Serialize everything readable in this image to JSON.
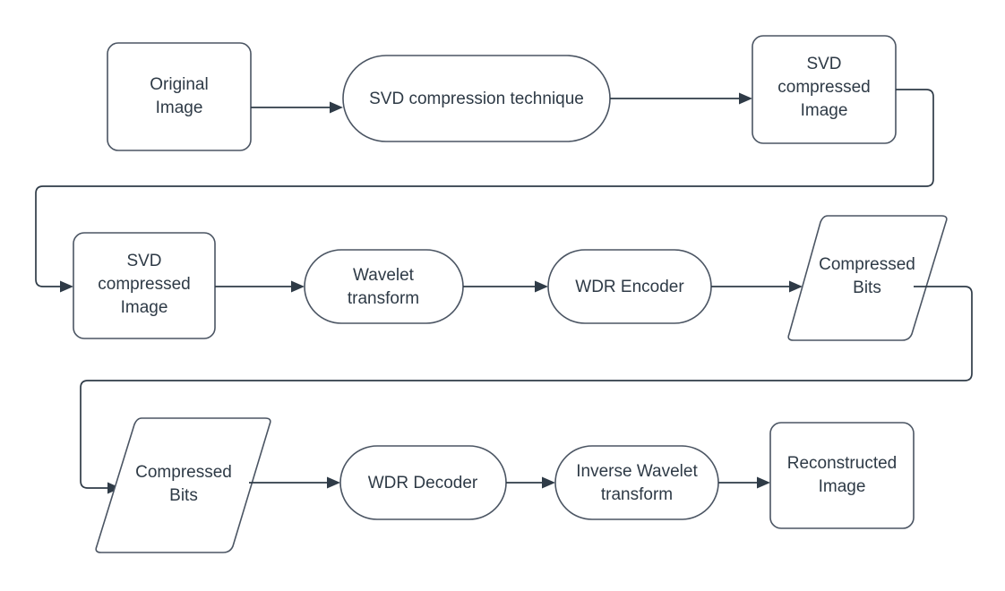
{
  "diagram": {
    "title": "SVD and WDR image compression pipeline flowchart",
    "type": "flowchart",
    "background_color": "#ffffff",
    "stroke_color": "#4b5563",
    "connector_color": "#2f3b47",
    "text_color": "#2e3a46",
    "rows": [
      {
        "row_index": 1,
        "nodes": [
          {
            "id": "original-image",
            "shape": "rounded-rectangle",
            "lines": [
              "Original",
              "Image"
            ]
          },
          {
            "id": "svd-compression-technique",
            "shape": "stadium",
            "lines": [
              "SVD compression technique"
            ]
          },
          {
            "id": "svd-compressed-image-1",
            "shape": "rounded-rectangle",
            "lines": [
              "SVD",
              "compressed",
              "Image"
            ]
          }
        ]
      },
      {
        "row_index": 2,
        "nodes": [
          {
            "id": "svd-compressed-image-2",
            "shape": "rounded-rectangle",
            "lines": [
              "SVD",
              "compressed",
              "Image"
            ]
          },
          {
            "id": "wavelet-transform",
            "shape": "stadium",
            "lines": [
              "Wavelet",
              "transform"
            ]
          },
          {
            "id": "wdr-encoder",
            "shape": "stadium",
            "lines": [
              "WDR Encoder"
            ]
          },
          {
            "id": "compressed-bits-1",
            "shape": "parallelogram",
            "lines": [
              "Compressed",
              "Bits"
            ]
          }
        ]
      },
      {
        "row_index": 3,
        "nodes": [
          {
            "id": "compressed-bits-2",
            "shape": "parallelogram",
            "lines": [
              "Compressed",
              "Bits"
            ]
          },
          {
            "id": "wdr-decoder",
            "shape": "stadium",
            "lines": [
              "WDR Decoder"
            ]
          },
          {
            "id": "inverse-wavelet-transform",
            "shape": "stadium",
            "lines": [
              "Inverse Wavelet",
              "transform"
            ]
          },
          {
            "id": "reconstructed-image",
            "shape": "rounded-rectangle",
            "lines": [
              "Reconstructed",
              "Image"
            ]
          }
        ]
      }
    ],
    "edges": [
      {
        "from": "original-image",
        "to": "svd-compression-technique",
        "style": "straight-arrow"
      },
      {
        "from": "svd-compression-technique",
        "to": "svd-compressed-image-1",
        "style": "straight-arrow"
      },
      {
        "from": "svd-compressed-image-1",
        "to": "svd-compressed-image-2",
        "style": "orthogonal-wrap-arrow"
      },
      {
        "from": "svd-compressed-image-2",
        "to": "wavelet-transform",
        "style": "straight-arrow"
      },
      {
        "from": "wavelet-transform",
        "to": "wdr-encoder",
        "style": "straight-arrow"
      },
      {
        "from": "wdr-encoder",
        "to": "compressed-bits-1",
        "style": "straight-arrow"
      },
      {
        "from": "compressed-bits-1",
        "to": "compressed-bits-2",
        "style": "orthogonal-wrap-arrow"
      },
      {
        "from": "compressed-bits-2",
        "to": "wdr-decoder",
        "style": "straight-arrow"
      },
      {
        "from": "wdr-decoder",
        "to": "inverse-wavelet-transform",
        "style": "straight-arrow"
      },
      {
        "from": "inverse-wavelet-transform",
        "to": "reconstructed-image",
        "style": "straight-arrow"
      }
    ],
    "labels": {
      "original_image_l1": "Original",
      "original_image_l2": "Image",
      "svd_compression_technique": "SVD compression technique",
      "svd_compressed_image_1_l1": "SVD",
      "svd_compressed_image_1_l2": "compressed",
      "svd_compressed_image_1_l3": "Image",
      "svd_compressed_image_2_l1": "SVD",
      "svd_compressed_image_2_l2": "compressed",
      "svd_compressed_image_2_l3": "Image",
      "wavelet_transform_l1": "Wavelet",
      "wavelet_transform_l2": "transform",
      "wdr_encoder": "WDR Encoder",
      "compressed_bits_1_l1": "Compressed",
      "compressed_bits_1_l2": "Bits",
      "compressed_bits_2_l1": "Compressed",
      "compressed_bits_2_l2": "Bits",
      "wdr_decoder": "WDR Decoder",
      "inverse_wavelet_transform_l1": "Inverse Wavelet",
      "inverse_wavelet_transform_l2": "transform",
      "reconstructed_image_l1": "Reconstructed",
      "reconstructed_image_l2": "Image"
    }
  }
}
